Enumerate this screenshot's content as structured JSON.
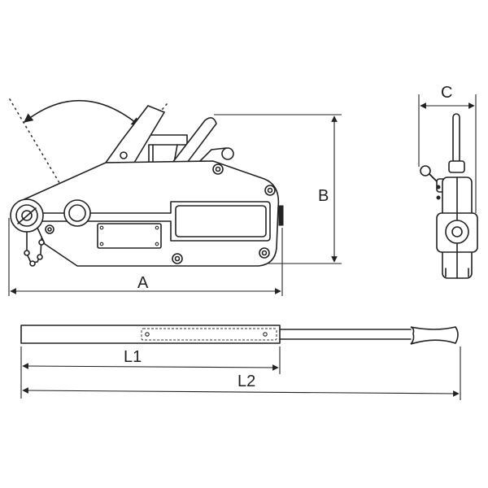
{
  "diagram": {
    "subject": "wire rope pulling hoist with telescopic handle",
    "colors": {
      "line": "#222222",
      "background": "#ffffff"
    },
    "dimensions": {
      "A": {
        "label": "A",
        "meaning": "overall body length"
      },
      "B": {
        "label": "B",
        "meaning": "body height"
      },
      "C": {
        "label": "C",
        "meaning": "body width (side view)"
      },
      "L1": {
        "label": "L1",
        "meaning": "handle collapsed length"
      },
      "L2": {
        "label": "L2",
        "meaning": "handle extended length"
      }
    },
    "views": [
      "front-view",
      "side-view",
      "handle-view"
    ],
    "annotations": [
      "lever-swing-arc"
    ]
  }
}
